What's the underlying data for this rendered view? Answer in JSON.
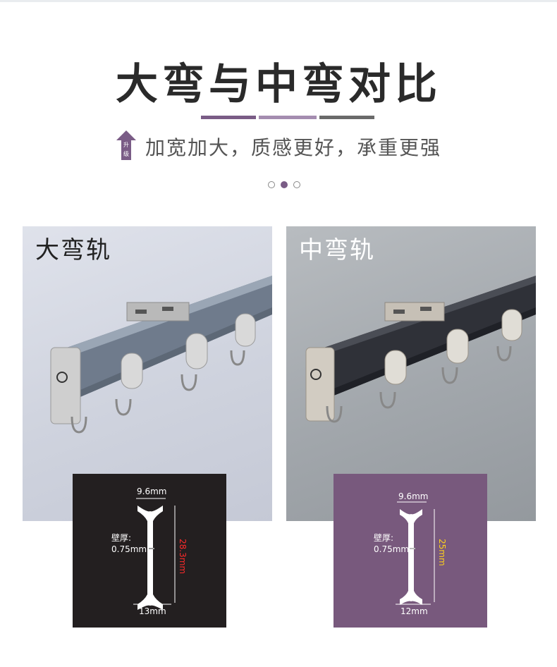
{
  "header": {
    "title": "大弯与中弯对比",
    "upgrade_badge": "升级",
    "subtitle": "加宽加大，质感更好，承重更强"
  },
  "pager": {
    "count": 3,
    "active_index": 1
  },
  "panels": [
    {
      "label": "大弯轨",
      "spec": {
        "top_width": "9.6mm",
        "wall_label": "壁厚:",
        "wall_value": "0.75mm",
        "height": "28.3mm",
        "bottom_width": "13mm"
      }
    },
    {
      "label": "中弯轨",
      "spec": {
        "top_width": "9.6mm",
        "wall_label": "壁厚:",
        "wall_value": "0.75mm",
        "height": "25mm",
        "bottom_width": "12mm"
      }
    }
  ],
  "colors": {
    "accent": "#7a5c86",
    "left_spec_bg": "#231f20",
    "right_spec_bg": "#78597d",
    "height_left": "#ff2a2a",
    "height_right": "#ffd21a"
  }
}
